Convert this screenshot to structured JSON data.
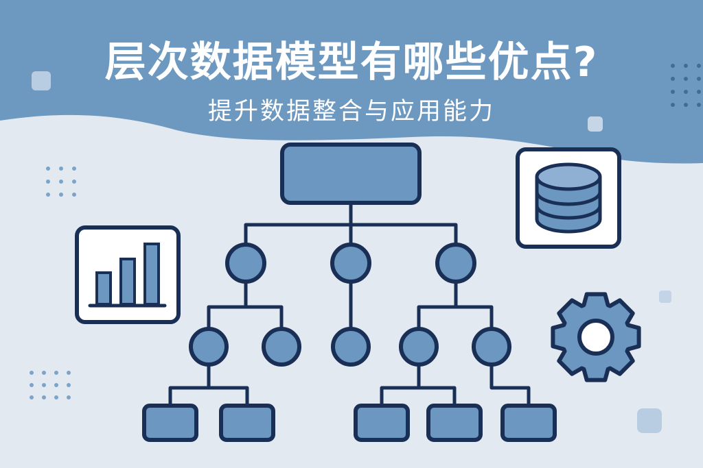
{
  "header": {
    "title": "层次数据模型有哪些优点?",
    "subtitle": "提升数据整合与应用能力"
  },
  "colors": {
    "banner": "#6d99c1",
    "background": "#e3e9f1",
    "node_fill": "#6b97c0",
    "outline": "#1a2f55",
    "square_accent": "#c3d4e6"
  },
  "icons": {
    "chart": "bar-chart-icon",
    "database": "database-icon",
    "settings": "gear-icon"
  },
  "hierarchy": {
    "root": "rectangle",
    "level_1": [
      "circle",
      "circle",
      "circle"
    ],
    "level_2": [
      "circle",
      "circle",
      "circle",
      "circle",
      "circle"
    ],
    "level_3": [
      "rectangle",
      "rectangle",
      "rectangle",
      "rectangle",
      "rectangle"
    ]
  }
}
